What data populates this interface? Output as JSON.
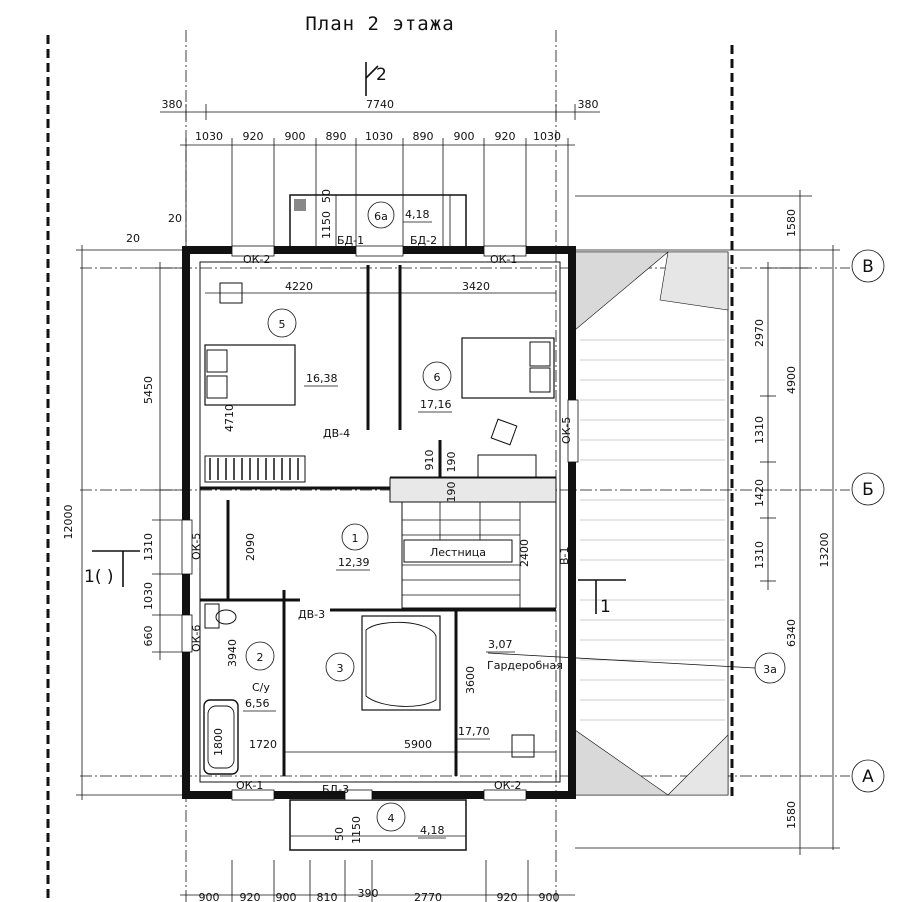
{
  "title": "План 2 этажа",
  "section_mark": "2",
  "dims_top_overall": [
    "380",
    "7740",
    "380"
  ],
  "dims_top_chain": [
    "1030",
    "920",
    "900",
    "890",
    "1030",
    "890",
    "900",
    "920",
    "1030"
  ],
  "dims_bottom_chain": [
    "900",
    "920",
    "900",
    "810",
    "390",
    "2770",
    "920",
    "900"
  ],
  "dims_interior": {
    "d4220": "4220",
    "d3420": "3420",
    "d5900": "5900",
    "d1720": "1720",
    "d4710": "4710",
    "d2090": "2090",
    "d3940": "3940",
    "d1800": "1800",
    "d3600": "3600",
    "d2400": "2400",
    "d910": "910",
    "d190a": "190",
    "d190b": "190",
    "d1150t": "1150",
    "d50t": "50",
    "d1150b": "1150",
    "d50b": "50",
    "d20a": "20",
    "d20b": "20"
  },
  "dims_left": [
    "12000",
    "5450",
    "1310",
    "1030",
    "660"
  ],
  "dims_right": [
    "1580",
    "2970",
    "4900",
    "1310",
    "1420",
    "1310",
    "6340",
    "13200",
    "1580"
  ],
  "axes": [
    "В",
    "Б",
    "А"
  ],
  "section1": "1",
  "section1_left": "1(  )",
  "openings": {
    "ok2_top": "ОК-2",
    "ok1_top": "ОК-1",
    "ok5_right": "ОК-5",
    "ok5_left": "ОК-5",
    "ok6": "ОК-6",
    "ok1_bottom": "ОК-1",
    "ok2_bottom": "ОК-2",
    "bd1": "БД-1",
    "bd2": "БД-2",
    "bd3": "БД-3",
    "dv4": "ДВ-4",
    "dv3": "ДВ-3",
    "v1": "В-1"
  },
  "rooms": [
    {
      "num": "1",
      "area": "12,39",
      "name": ""
    },
    {
      "num": "2",
      "area": "6,56",
      "name": "С/у"
    },
    {
      "num": "3",
      "area": "17,70",
      "name": ""
    },
    {
      "num": "3а",
      "area": "3,07",
      "name": "Гардеробная"
    },
    {
      "num": "4",
      "area": "4,18",
      "name": ""
    },
    {
      "num": "5",
      "area": "16,38",
      "name": ""
    },
    {
      "num": "6",
      "area": "17,16",
      "name": ""
    },
    {
      "num": "6а",
      "area": "4,18",
      "name": ""
    }
  ],
  "stair_label": "Лестница"
}
